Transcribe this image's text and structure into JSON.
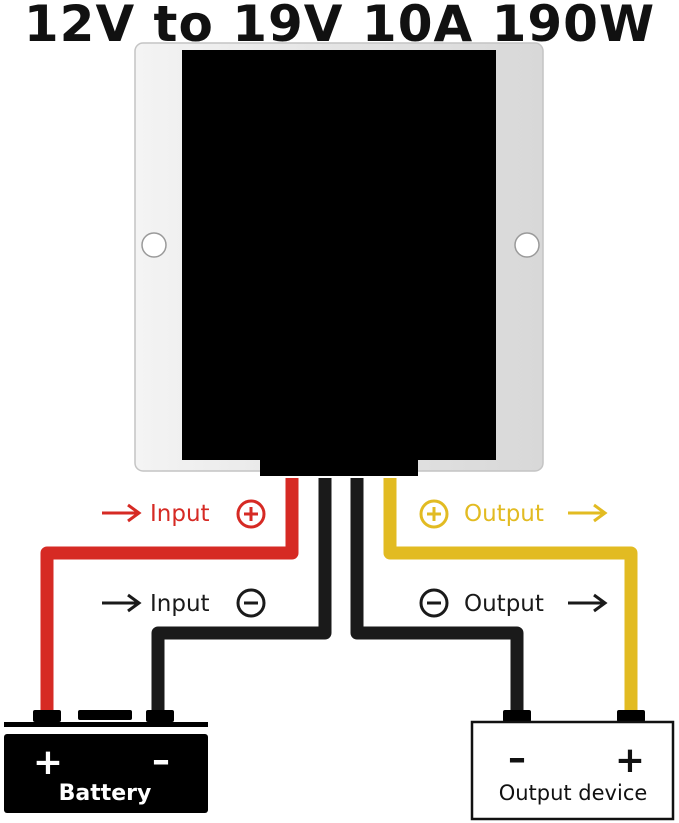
{
  "title": "12V to 19V 10A 190W",
  "labels": {
    "input_positive": "Input",
    "input_negative": "Input",
    "output_positive": "Output",
    "output_negative": "Output"
  },
  "battery": {
    "name": "Battery",
    "plus": "+",
    "minus": "–"
  },
  "output_device": {
    "name": "Output device",
    "minus": "–",
    "plus": "+"
  },
  "colors": {
    "red_wire": "#d62a24",
    "black_wire": "#1a1a1a",
    "yellow_wire": "#e2bb22",
    "case": "#e6e6e6",
    "module": "#000000"
  }
}
